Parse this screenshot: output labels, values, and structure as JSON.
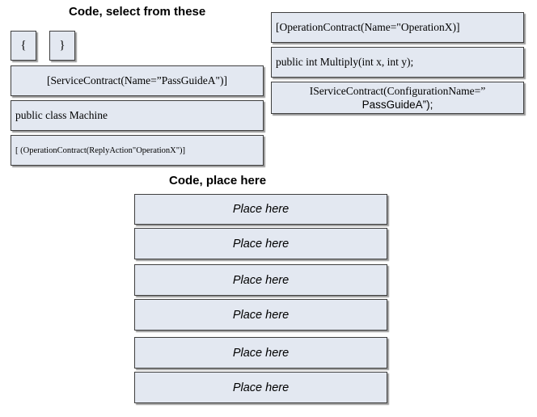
{
  "select_area": {
    "heading": "Code, select from these",
    "items": [
      "{",
      "}",
      "[ServiceContract(Name=”PassGuideA\")]",
      "public class Machine",
      "[ (OperationContract(ReplyAction\"OperationX\")]",
      "[OperationContract(Name=\"OperationX)]",
      "public int Multiply(int x, int y);",
      "IServiceContract(ConfigurationName=”",
      "PassGuideA”);"
    ]
  },
  "place_area": {
    "heading": "Code, place here",
    "slots": [
      "Place here",
      "Place here",
      "Place here",
      "Place here",
      "Place here",
      "Place here"
    ]
  }
}
